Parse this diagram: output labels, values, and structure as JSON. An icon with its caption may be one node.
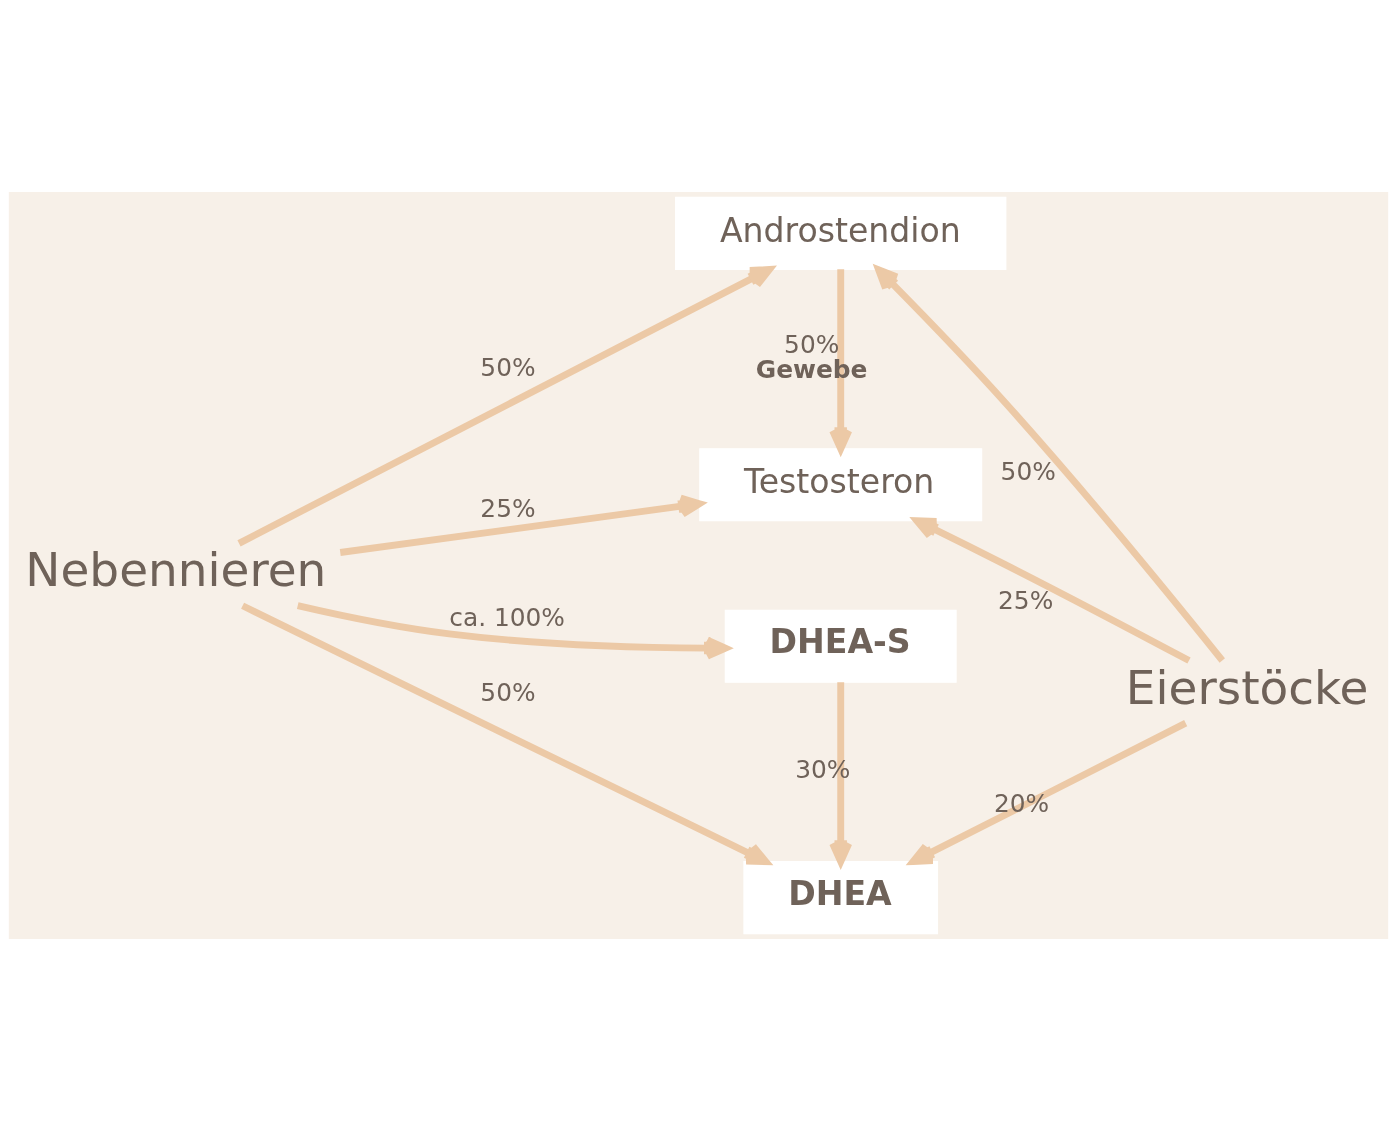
{
  "diagram": {
    "nodes": [
      {
        "text": [
          "Nebennieren"
        ]
      },
      {
        "text": [
          "Androstendion"
        ]
      },
      {
        "text": [
          "Testosteron"
        ]
      },
      {
        "text": [
          "DHEA-S"
        ]
      },
      {
        "text": [
          "DHEA"
        ]
      },
      {
        "text": [
          "Eierstöcke"
        ]
      }
    ],
    "edges": [
      {
        "from": 0,
        "to": 1,
        "arrow": "to",
        "label": "50%"
      },
      {
        "from": 5,
        "to": 1,
        "arrow": "to",
        "label": "50%"
      },
      {
        "from": 1,
        "to": 2,
        "arrow": "to",
        "label": "50% **Gewebe**"
      },
      {
        "from": 0,
        "to": 2,
        "arrow": "to",
        "label": "25%"
      },
      {
        "from": 5,
        "to": 2,
        "arrow": "to",
        "label": "25%"
      },
      {
        "from": 0,
        "to": 3,
        "arrow": "to",
        "label": "ca. 100%"
      },
      {
        "from": 3,
        "to": 4,
        "arrow": "to",
        "label": "30%"
      },
      {
        "from": 0,
        "to": 4,
        "arrow": "to",
        "label": "50%"
      },
      {
        "from": 5,
        "to": 4,
        "arrow": "to",
        "label": "20%"
      }
    ]
  }
}
